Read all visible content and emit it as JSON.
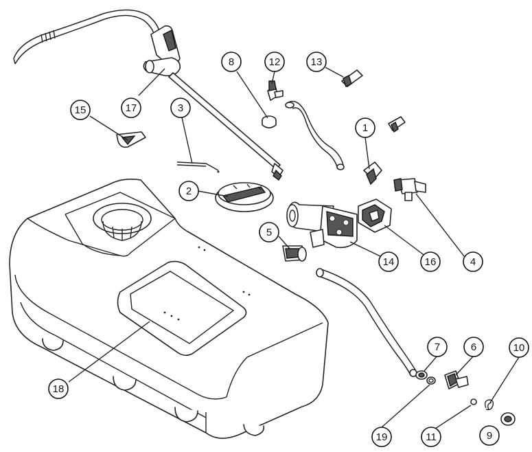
{
  "diagram": {
    "callouts": [
      {
        "id": "c1",
        "number": "1"
      },
      {
        "id": "c2",
        "number": "2"
      },
      {
        "id": "c3",
        "number": "3"
      },
      {
        "id": "c4",
        "number": "4"
      },
      {
        "id": "c5",
        "number": "5"
      },
      {
        "id": "c6",
        "number": "6"
      },
      {
        "id": "c7",
        "number": "7"
      },
      {
        "id": "c8",
        "number": "8"
      },
      {
        "id": "c9",
        "number": "9"
      },
      {
        "id": "c10",
        "number": "10"
      },
      {
        "id": "c11",
        "number": "11"
      },
      {
        "id": "c12",
        "number": "12"
      },
      {
        "id": "c13",
        "number": "13"
      },
      {
        "id": "c14",
        "number": "14"
      },
      {
        "id": "c15",
        "number": "15"
      },
      {
        "id": "c16",
        "number": "16"
      },
      {
        "id": "c17",
        "number": "17"
      },
      {
        "id": "c18",
        "number": "18"
      },
      {
        "id": "c19",
        "number": "19"
      }
    ]
  }
}
